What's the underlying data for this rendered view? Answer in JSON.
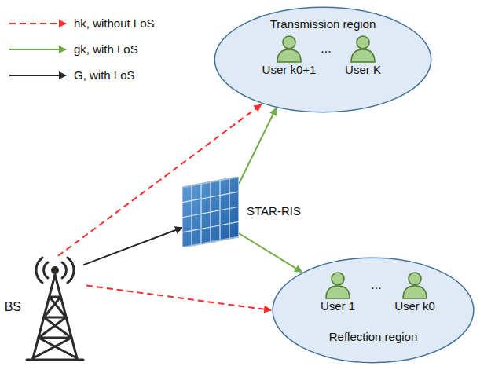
{
  "diagram": {
    "nodes": [
      {
        "text": [
          "Transmission region"
        ]
      },
      {
        "text": [
          "User k0+1"
        ],
        "in": 0
      },
      {
        "text": [
          "User K"
        ],
        "in": 0
      },
      {
        "text": [
          "STAR-RIS"
        ]
      },
      {
        "text": [
          "BS"
        ]
      },
      {
        "text": [
          "Reflection region"
        ]
      },
      {
        "text": [
          "User 1"
        ],
        "in": 5
      },
      {
        "text": [
          "User k0"
        ],
        "in": 5
      }
    ],
    "edges": [
      {
        "from": 4,
        "to": 0,
        "arrow": "to"
      },
      {
        "from": 4,
        "to": 5,
        "arrow": "to"
      },
      {
        "from": 4,
        "to": 3,
        "arrow": "to"
      },
      {
        "from": 3,
        "to": 0,
        "arrow": "to"
      },
      {
        "from": 3,
        "to": 5,
        "arrow": "to"
      }
    ],
    "labels": [
      "...",
      "..."
    ],
    "legend": [
      {
        "text": "hk, without LoS"
      },
      {
        "text": "gk, with LoS"
      },
      {
        "text": "G, with LoS"
      }
    ]
  }
}
